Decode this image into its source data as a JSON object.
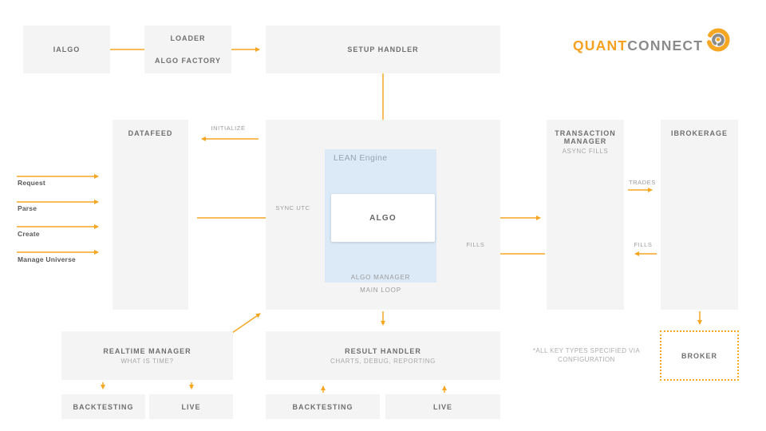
{
  "colors": {
    "orange": "#F5A623",
    "box": "#F4F4F4",
    "blue": "#DCEAF8",
    "title": "#6F6F6F",
    "sub": "#A8A8A8",
    "faint": "#9B9B9B"
  },
  "logo": {
    "part1": "QUANT",
    "part2": "CONNECT"
  },
  "boxes": {
    "ialgo": {
      "title": "IALGO"
    },
    "loader": {
      "title": "LOADER",
      "subtitle": "ALGO FACTORY"
    },
    "setup_handler": {
      "title": "SETUP HANDLER"
    },
    "datafeed": {
      "title": "DATAFEED"
    },
    "lean": {
      "label": "LEAN Engine",
      "algo": "ALGO",
      "algo_manager": "ALGO MANAGER",
      "main_loop": "MAIN LOOP"
    },
    "transaction_manager": {
      "title": "TRANSACTION MANAGER",
      "subtitle": "ASYNC FILLS"
    },
    "ibrokerage": {
      "title": "IBROKERAGE"
    },
    "realtime_manager": {
      "title": "REALTIME MANAGER",
      "subtitle": "WHAT IS TIME?"
    },
    "realtime_backtesting": {
      "title": "BACKTESTING"
    },
    "realtime_live": {
      "title": "LIVE"
    },
    "result_handler": {
      "title": "RESULT HANDLER",
      "subtitle": "CHARTS, DEBUG, REPORTING"
    },
    "result_backtesting": {
      "title": "BACKTESTING"
    },
    "result_live": {
      "title": "LIVE"
    },
    "broker": {
      "title": "BROKER"
    }
  },
  "flow_labels": {
    "initialize": "INITIALIZE",
    "sync_utc": "SYNC UTC",
    "trades": "TRADES",
    "fills_center": "FILLS",
    "fills_right": "FILLS"
  },
  "feed": {
    "labels": [
      "Request",
      "Parse",
      "Create",
      "Manage Universe"
    ]
  },
  "note": {
    "line1": "*ALL KEY TYPES SPECIFIED VIA",
    "line2": "CONFIGURATION"
  }
}
